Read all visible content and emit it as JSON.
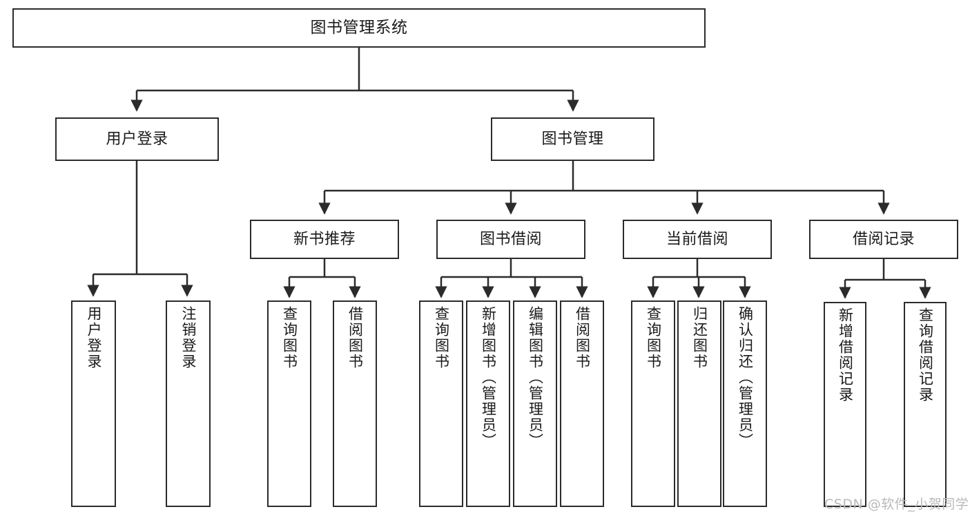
{
  "diagram": {
    "title": "图书管理系统",
    "watermark": "CSDN @软件_小贺同学",
    "stroke_color": "#2b2b2b",
    "background_color": "#ffffff",
    "text_color": "#1a1a1a",
    "watermark_color": "#b9b9b9",
    "nodes": {
      "root": "图书管理系统",
      "level2": {
        "user_login": "用户登录",
        "book_manage": "图书管理"
      },
      "level3": {
        "new_book_recommend": "新书推荐",
        "book_borrow": "图书借阅",
        "current_borrow": "当前借阅",
        "borrow_record": "借阅记录"
      },
      "leaves": {
        "user_login_1": "用户登录",
        "user_login_2": "注销登录",
        "recommend_1": "查询图书",
        "recommend_2": "借阅图书",
        "borrow_1": "查询图书",
        "borrow_2": "新增图书（管理员）",
        "borrow_3": "编辑图书（管理员）",
        "borrow_4": "借阅图书",
        "current_1": "查询图书",
        "current_2": "归还图书",
        "current_3": "确认归还（管理员）",
        "record_1": "新增借阅记录",
        "record_2": "查询借阅记录"
      }
    }
  }
}
